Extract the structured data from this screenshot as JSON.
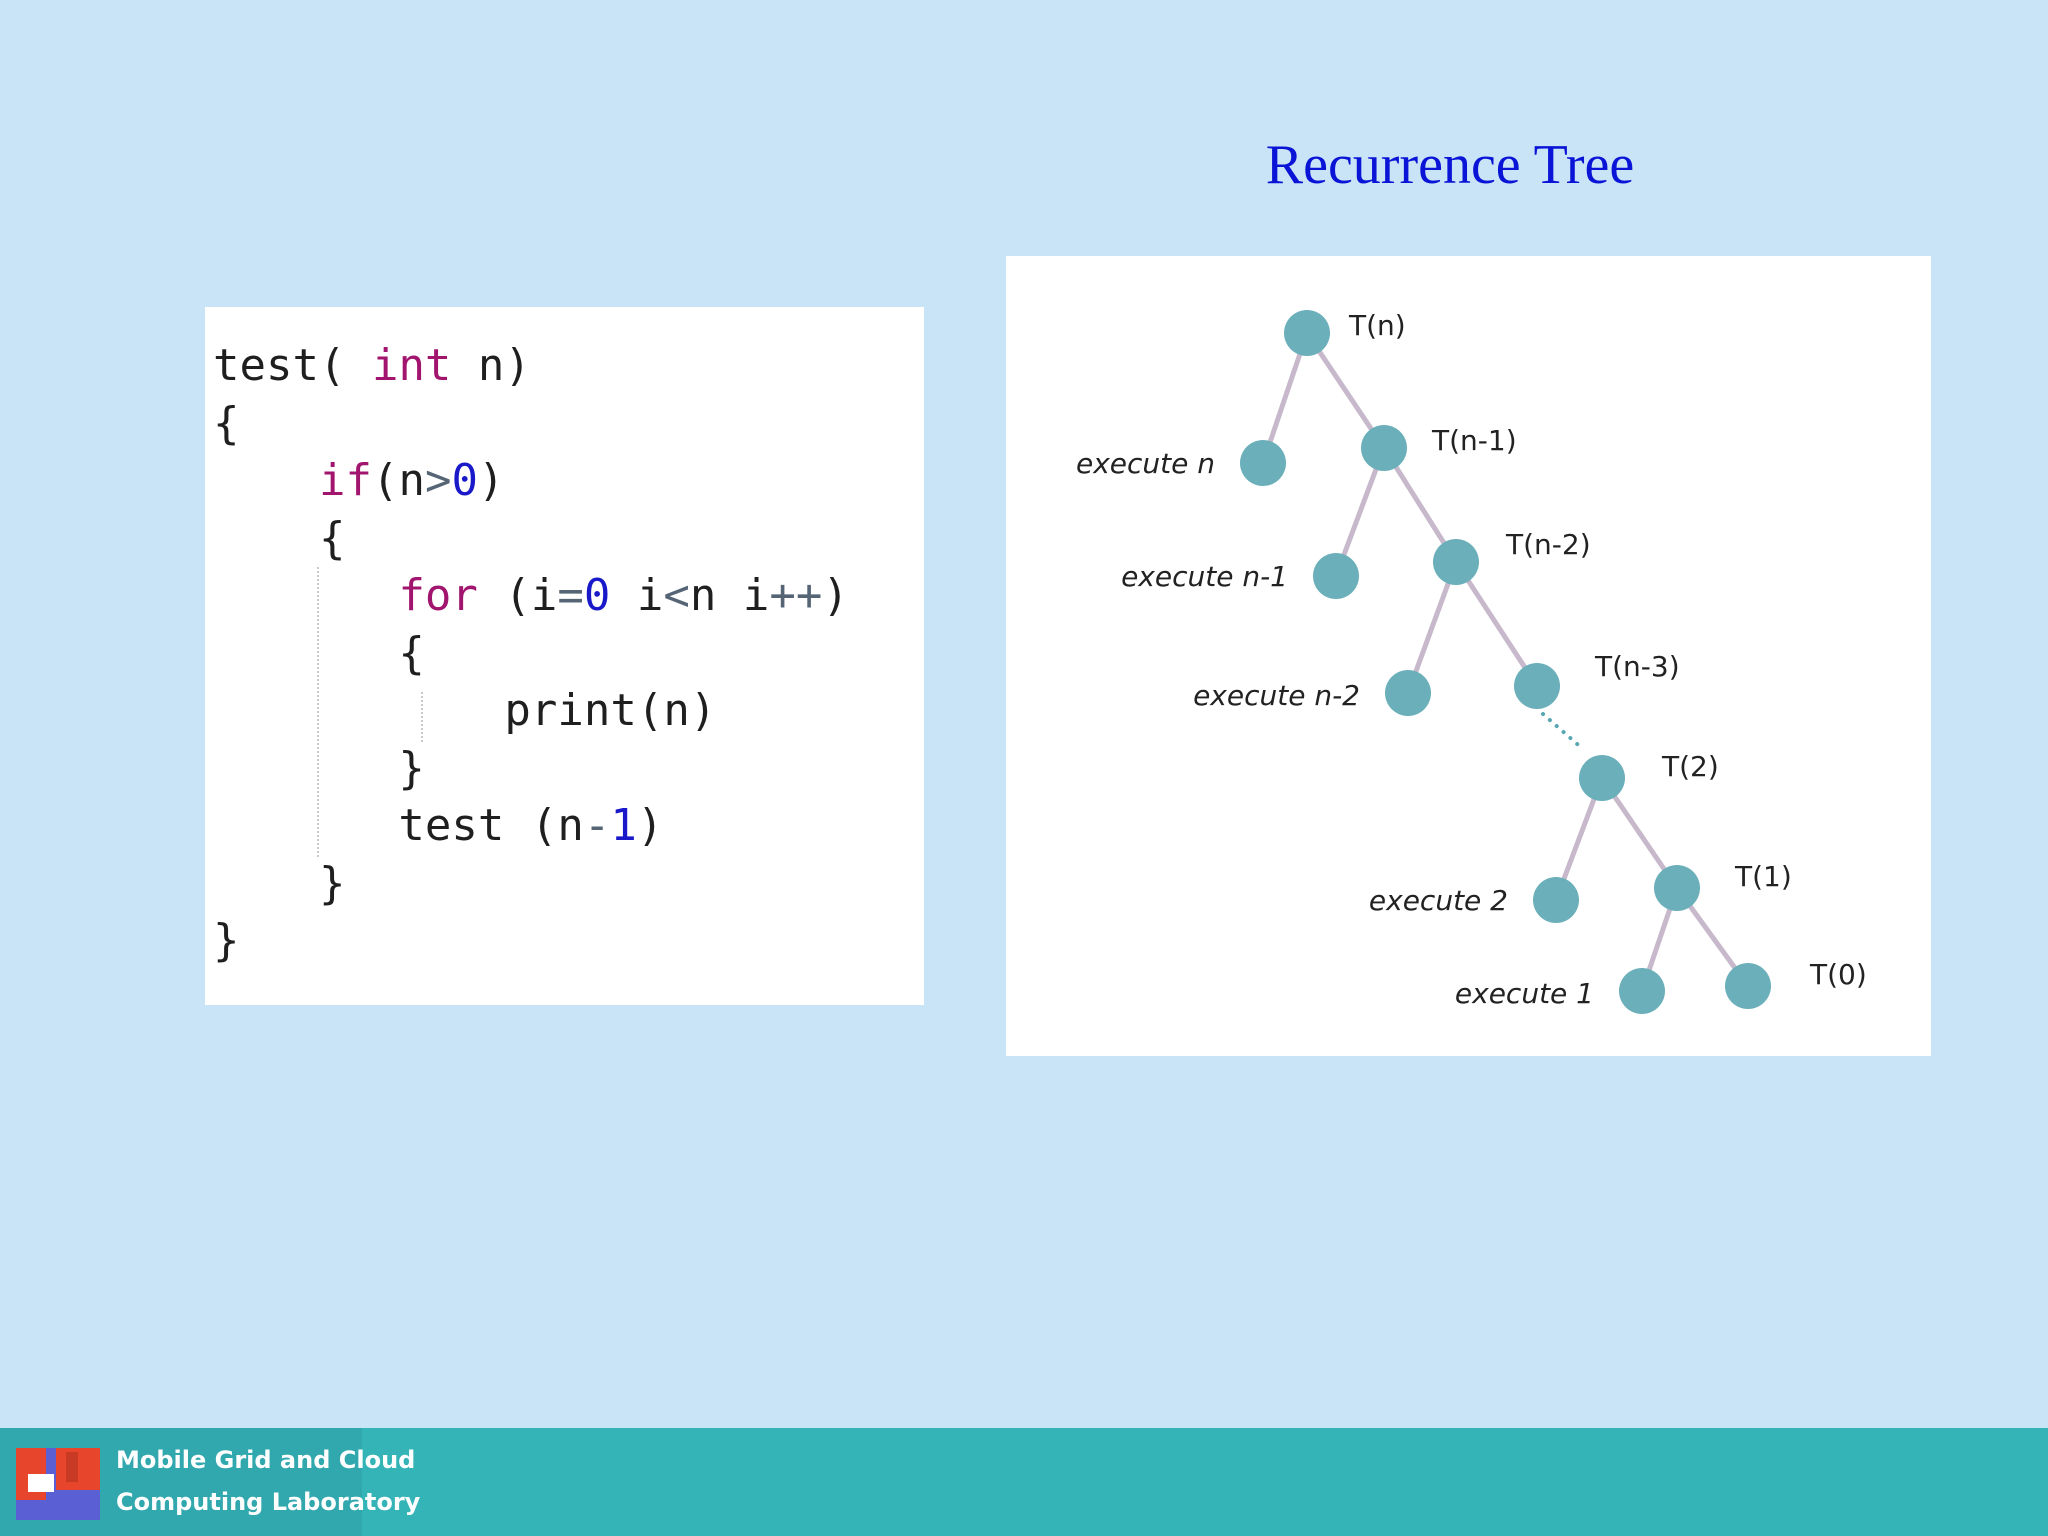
{
  "slide": {
    "title": "Recurrence Tree"
  },
  "code": [
    [
      {
        "t": "test( ",
        "c": "plain"
      },
      {
        "t": "int",
        "c": "kw"
      },
      {
        "t": " n)",
        "c": "plain"
      }
    ],
    [
      {
        "t": "{",
        "c": "plain"
      }
    ],
    [
      {
        "t": "    ",
        "c": "plain"
      },
      {
        "t": "if",
        "c": "kw"
      },
      {
        "t": "(n",
        "c": "plain"
      },
      {
        "t": ">",
        "c": "op"
      },
      {
        "t": "0",
        "c": "num"
      },
      {
        "t": ")",
        "c": "plain"
      }
    ],
    [
      {
        "t": "    {",
        "c": "plain"
      }
    ],
    [
      {
        "t": "       ",
        "c": "plain"
      },
      {
        "t": "for",
        "c": "kw"
      },
      {
        "t": " (i",
        "c": "plain"
      },
      {
        "t": "=",
        "c": "op"
      },
      {
        "t": "0",
        "c": "num"
      },
      {
        "t": " i",
        "c": "plain"
      },
      {
        "t": "<",
        "c": "op"
      },
      {
        "t": "n i",
        "c": "plain"
      },
      {
        "t": "++",
        "c": "op"
      },
      {
        "t": ")",
        "c": "plain"
      }
    ],
    [
      {
        "t": "       {",
        "c": "plain"
      }
    ],
    [
      {
        "t": "           print(n)",
        "c": "plain"
      }
    ],
    [
      {
        "t": "       }",
        "c": "plain"
      }
    ],
    [
      {
        "t": "       test (n",
        "c": "plain"
      },
      {
        "t": "-",
        "c": "op"
      },
      {
        "t": "1",
        "c": "num"
      },
      {
        "t": ")",
        "c": "plain"
      }
    ],
    [
      {
        "t": "    }",
        "c": "plain"
      }
    ],
    [
      {
        "t": "}",
        "c": "plain"
      }
    ]
  ],
  "tree": {
    "colors": {
      "node": "#6aafba",
      "edge": "#c7b9cb",
      "dots": "#5aa7b4"
    },
    "nodes": [
      {
        "id": "Tn",
        "label": "T(n)"
      },
      {
        "id": "En",
        "label": "execute n"
      },
      {
        "id": "Tn1",
        "label": "T(n-1)"
      },
      {
        "id": "En1",
        "label": "execute n-1"
      },
      {
        "id": "Tn2",
        "label": "T(n-2)"
      },
      {
        "id": "En2",
        "label": "execute n-2"
      },
      {
        "id": "Tn3",
        "label": "T(n-3)"
      },
      {
        "id": "T2",
        "label": "T(2)"
      },
      {
        "id": "E2",
        "label": "execute 2"
      },
      {
        "id": "T1",
        "label": "T(1)"
      },
      {
        "id": "E1",
        "label": "execute 1"
      },
      {
        "id": "T0",
        "label": "T(0)"
      }
    ],
    "edges": [
      [
        "Tn",
        "En"
      ],
      [
        "Tn",
        "Tn1"
      ],
      [
        "Tn1",
        "En1"
      ],
      [
        "Tn1",
        "Tn2"
      ],
      [
        "Tn2",
        "En2"
      ],
      [
        "Tn2",
        "Tn3"
      ],
      [
        "T2",
        "E2"
      ],
      [
        "T2",
        "T1"
      ],
      [
        "T1",
        "E1"
      ],
      [
        "T1",
        "T0"
      ]
    ],
    "dotted_edges": [
      [
        "Tn3",
        "T2"
      ]
    ]
  },
  "footer": {
    "logo_line1": "Mobile Grid and Cloud",
    "logo_line2": "Computing Laboratory"
  }
}
